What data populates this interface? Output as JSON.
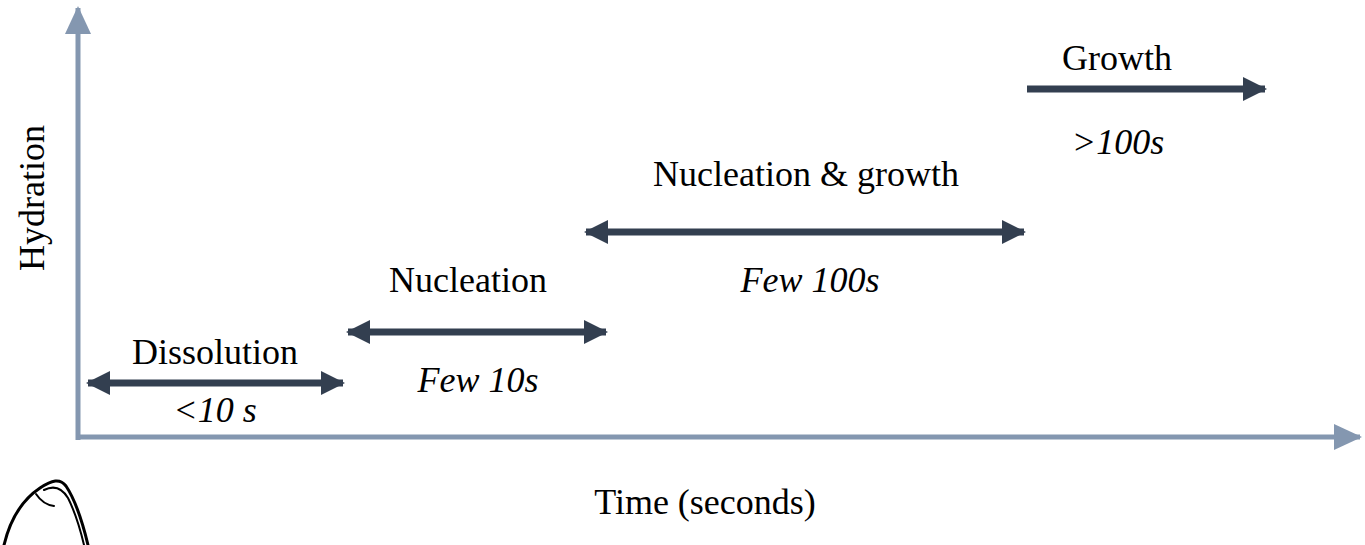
{
  "diagram": {
    "labels": [
      "Hydration",
      "Time (seconds)",
      "Dissolution",
      "<10 s",
      "Nucleation",
      "Few 10s",
      "Nucleation & growth",
      "Few 100s",
      "Growth",
      ">100s"
    ]
  }
}
